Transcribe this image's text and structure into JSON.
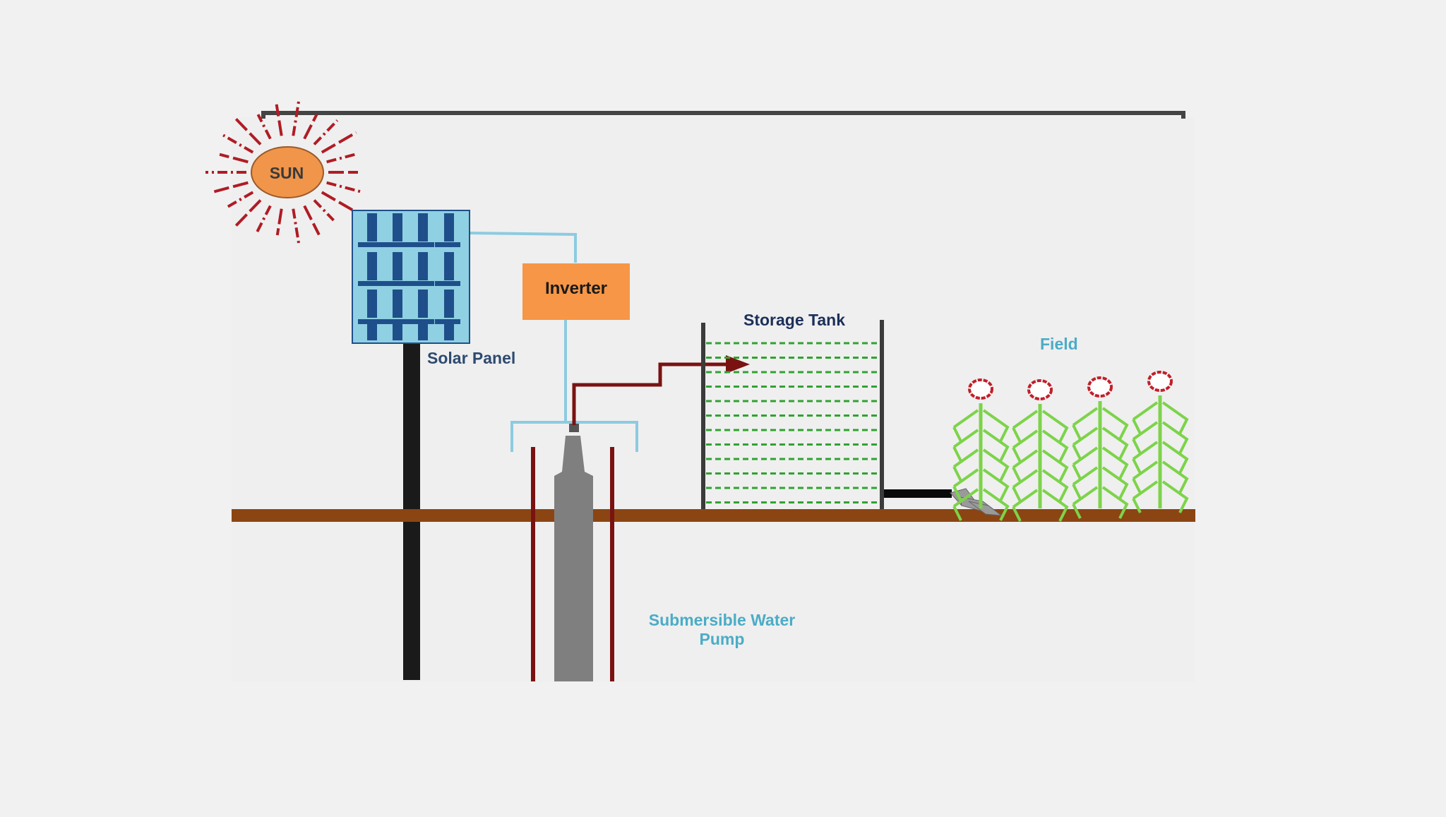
{
  "labels": {
    "sun": "SUN",
    "inverter": "Inverter",
    "solar_panel": "Solar Panel",
    "storage_tank": "Storage Tank",
    "field": "Field",
    "pump_line1": "Submersible Water",
    "pump_line2": "Pump"
  },
  "colors": {
    "background": "#f1f1f1",
    "sun_fill": "#f0954a",
    "sun_rays": "#b01c24",
    "panel_light": "#8fd0e3",
    "panel_dark": "#1f4f8a",
    "inverter_fill": "#f79646",
    "cable": "#8ccbe0",
    "water_pipe": "#7a1212",
    "pump": "#7f7f7f",
    "ground": "#8b4513",
    "tank_water": "#2fa32f",
    "plant": "#7dd34a",
    "flower": "#c0202a",
    "label_dark": "#1c2f5a",
    "label_teal": "#4bacc6"
  }
}
